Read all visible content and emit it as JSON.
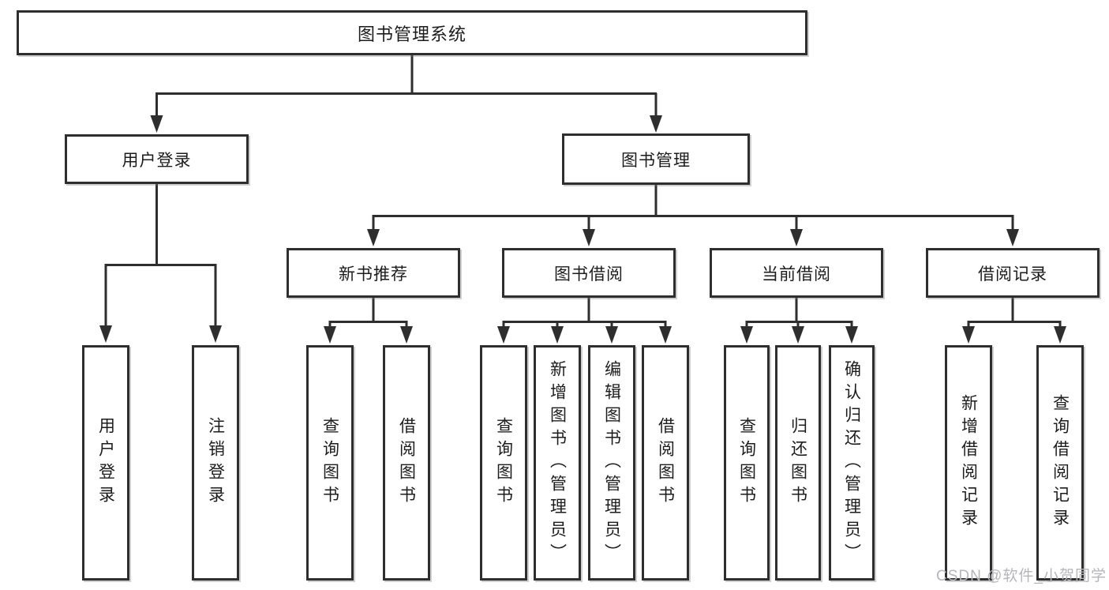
{
  "diagram": {
    "root": {
      "label": "图书管理系统"
    },
    "branches": [
      {
        "label": "用户登录",
        "children": [
          {
            "label": "用户登录"
          },
          {
            "label": "注销登录"
          }
        ]
      },
      {
        "label": "图书管理",
        "sections": [
          {
            "label": "新书推荐",
            "children": [
              {
                "label": "查询图书"
              },
              {
                "label": "借阅图书"
              }
            ]
          },
          {
            "label": "图书借阅",
            "children": [
              {
                "label": "查询图书"
              },
              {
                "label": "新增图书（管理员）"
              },
              {
                "label": "编辑图书（管理员）"
              },
              {
                "label": "借阅图书"
              }
            ]
          },
          {
            "label": "当前借阅",
            "children": [
              {
                "label": "查询图书"
              },
              {
                "label": "归还图书"
              },
              {
                "label": "确认归还（管理员）"
              }
            ]
          },
          {
            "label": "借阅记录",
            "children": [
              {
                "label": "新增借阅记录"
              },
              {
                "label": "查询借阅记录"
              }
            ]
          }
        ]
      }
    ],
    "watermark": {
      "text": "CSDN @软件_小贺同学"
    },
    "colors": {
      "line": "#2e2e2e",
      "text": "#1c1c1c",
      "watermark": "#b5b5ba",
      "background": "#ffffff"
    }
  }
}
